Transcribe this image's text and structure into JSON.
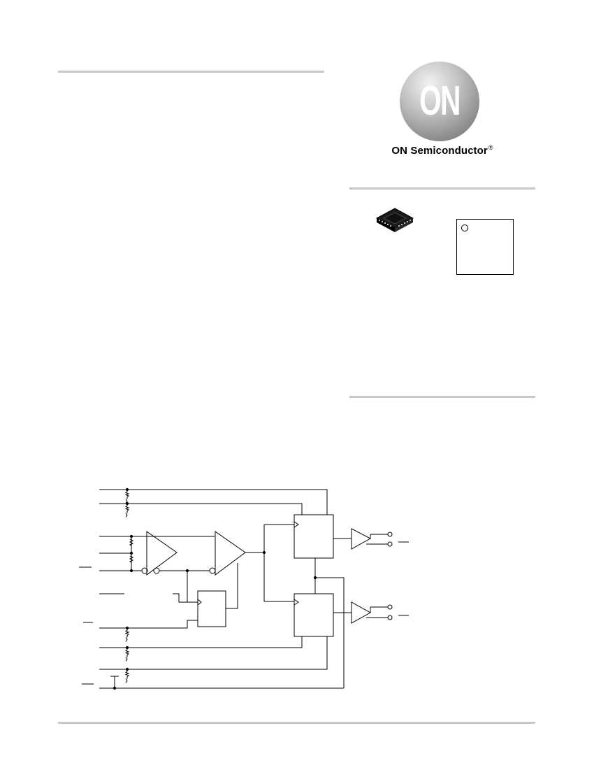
{
  "brand": {
    "name": "ON Semiconductor",
    "trademark": "®",
    "logo_text": "ON",
    "colors": {
      "logo_light": "#e6e6e6",
      "logo_dark": "#8a8a8a",
      "logo_text": "#ffffff"
    }
  },
  "package": {
    "icon": "qfn-package-icon",
    "marking_pin1_indicator": "circle"
  },
  "diagram": {
    "icon": "logic-block-diagram",
    "line_color": "#000000"
  },
  "colors": {
    "rule": "#c8c8c8",
    "background": "#ffffff"
  }
}
